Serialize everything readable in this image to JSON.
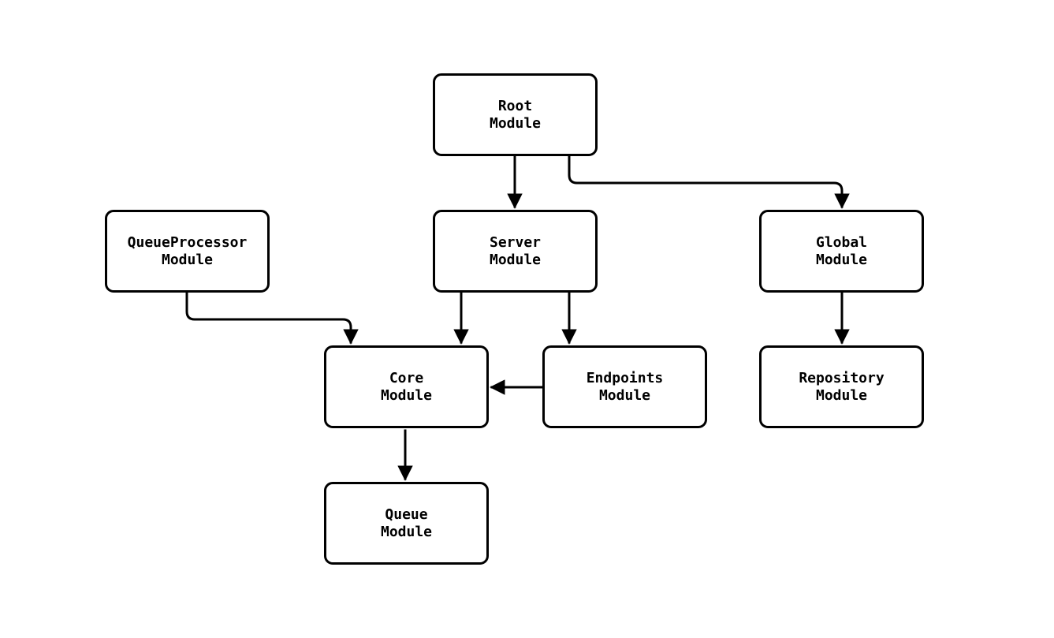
{
  "diagram": {
    "type": "module-dependency-flowchart",
    "background_color": "#ffffff",
    "node_fill_color": "#ffffff",
    "stroke_color": "#000000",
    "nodes": {
      "root": {
        "label": "Root\nModule"
      },
      "queue_processor": {
        "label": "QueueProcessor\nModule"
      },
      "server": {
        "label": "Server\nModule"
      },
      "global": {
        "label": "Global\nModule"
      },
      "core": {
        "label": "Core\nModule"
      },
      "endpoints": {
        "label": "Endpoints\nModule"
      },
      "repository": {
        "label": "Repository\nModule"
      },
      "queue": {
        "label": "Queue\nModule"
      }
    },
    "edges": [
      {
        "from": "Root Module",
        "to": "Server Module"
      },
      {
        "from": "Root Module",
        "to": "Global Module"
      },
      {
        "from": "QueueProcessor Module",
        "to": "Core Module"
      },
      {
        "from": "Server Module",
        "to": "Core Module"
      },
      {
        "from": "Server Module",
        "to": "Endpoints Module"
      },
      {
        "from": "Endpoints Module",
        "to": "Core Module"
      },
      {
        "from": "Global Module",
        "to": "Repository Module"
      },
      {
        "from": "Core Module",
        "to": "Queue Module"
      }
    ]
  }
}
